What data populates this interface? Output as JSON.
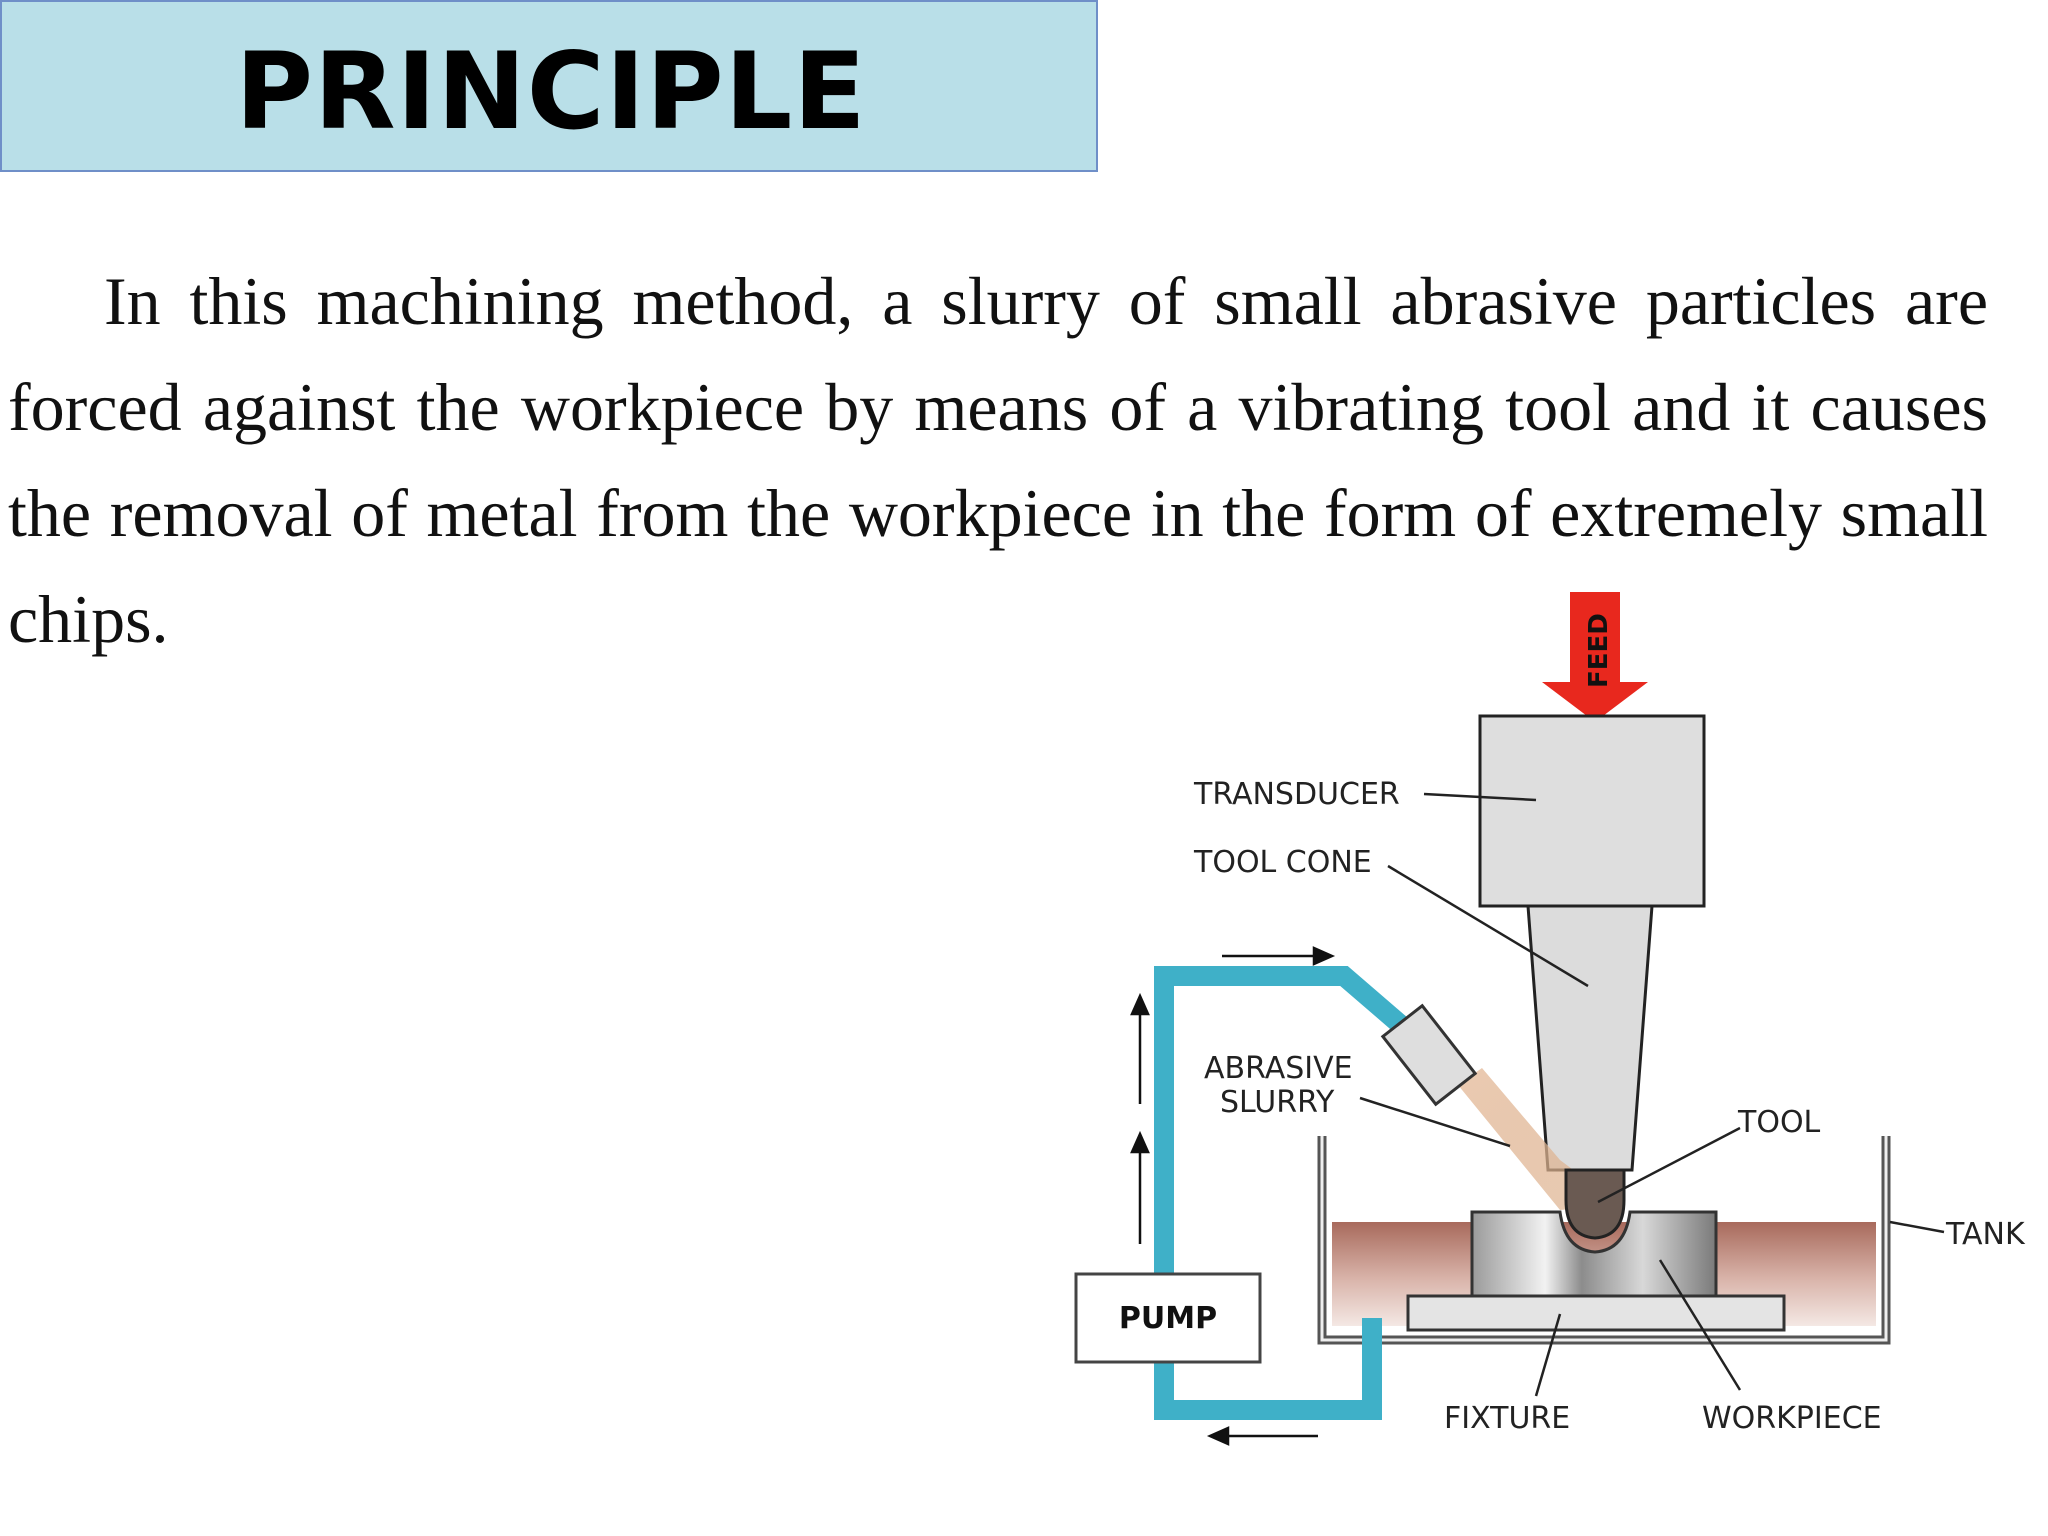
{
  "title": "PRINCIPLE",
  "paragraph": "In this machining method, a slurry of small abrasive particles are forced against the workpiece by means of a vibrating tool and it causes the removal of metal from the workpiece in the form of extremely small chips.",
  "diagram": {
    "labels": {
      "feed": "FEED",
      "transducer": "TRANSDUCER",
      "tool_cone": "TOOL CONE",
      "abrasive": "ABRASIVE",
      "slurry": "SLURRY",
      "tool": "TOOL",
      "tank": "TANK",
      "pump": "PUMP",
      "fixture": "FIXTURE",
      "workpiece": "WORKPIECE"
    },
    "colors": {
      "slurry_pipe": "#3fb0c8",
      "feed_arrow": "#e8281e",
      "slurry_fluid": "#a86a5c",
      "title_fill": "#b9dfe8"
    }
  }
}
